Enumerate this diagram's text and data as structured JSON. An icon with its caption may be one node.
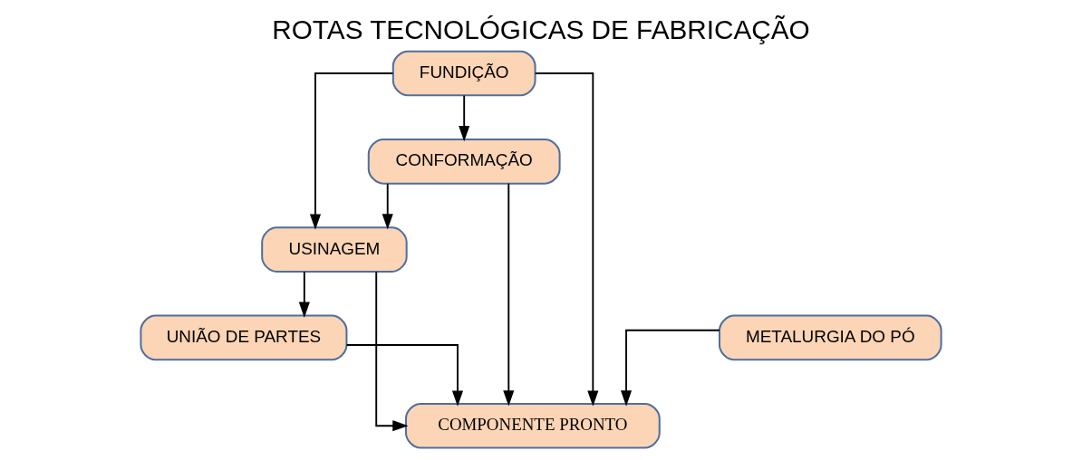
{
  "diagram": {
    "title": "ROTAS TECNOLÓGICAS DE FABRICAÇÃO",
    "nodes": [
      {
        "text": [
          "FUNDIÇÃO"
        ]
      },
      {
        "text": [
          "USINAGEM"
        ]
      },
      {
        "text": [
          "UNIÃO DE PARTES"
        ]
      },
      {
        "text": [
          "CONFORMAÇÃO"
        ]
      },
      {
        "text": [
          "METALURGIA DO PÓ"
        ]
      },
      {
        "text": [
          "COMPONENTE PRONTO"
        ]
      }
    ],
    "edges": [
      {
        "from": 0,
        "to": 1,
        "arrow": "to"
      },
      {
        "from": 0,
        "to": 3,
        "arrow": "to"
      },
      {
        "from": 3,
        "to": 1,
        "arrow": "to"
      },
      {
        "from": 1,
        "to": 2,
        "arrow": "to"
      },
      {
        "from": 1,
        "to": 5,
        "arrow": "to"
      },
      {
        "from": 0,
        "to": 5,
        "arrow": "to"
      },
      {
        "from": 3,
        "to": 5,
        "arrow": "to"
      },
      {
        "from": 2,
        "to": 5,
        "arrow": "to"
      },
      {
        "from": 4,
        "to": 5,
        "arrow": "to"
      }
    ]
  }
}
